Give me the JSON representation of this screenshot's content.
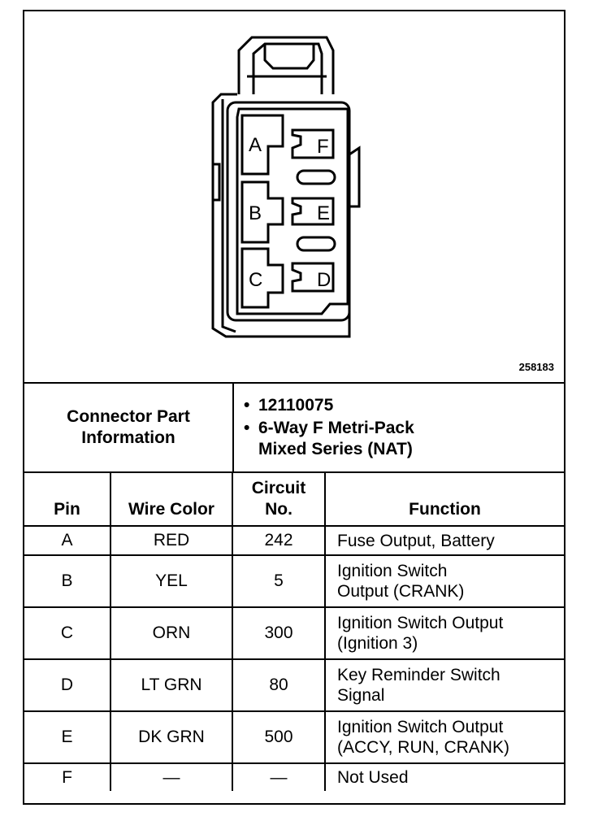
{
  "figure_number": "258183",
  "connector": {
    "pin_letters": [
      "A",
      "B",
      "C",
      "D",
      "E",
      "F"
    ]
  },
  "info": {
    "label": "Connector Part\nInformation",
    "items": [
      "12110075",
      "6-Way F Metri-Pack\nMixed Series (NAT)"
    ]
  },
  "table": {
    "headers": [
      "Pin",
      "Wire Color",
      "Circuit\nNo.",
      "Function"
    ],
    "rows": [
      {
        "pin": "A",
        "color": "RED",
        "circuit": "242",
        "function": "Fuse Output, Battery"
      },
      {
        "pin": "B",
        "color": "YEL",
        "circuit": "5",
        "function": "Ignition Switch\nOutput (CRANK)"
      },
      {
        "pin": "C",
        "color": "ORN",
        "circuit": "300",
        "function": "Ignition Switch Output\n(Ignition 3)"
      },
      {
        "pin": "D",
        "color": "LT GRN",
        "circuit": "80",
        "function": "Key Reminder Switch\nSignal"
      },
      {
        "pin": "E",
        "color": "DK GRN",
        "circuit": "500",
        "function": "Ignition Switch Output\n(ACCY, RUN, CRANK)"
      },
      {
        "pin": "F",
        "color": "—",
        "circuit": "—",
        "function": "Not Used"
      }
    ]
  }
}
